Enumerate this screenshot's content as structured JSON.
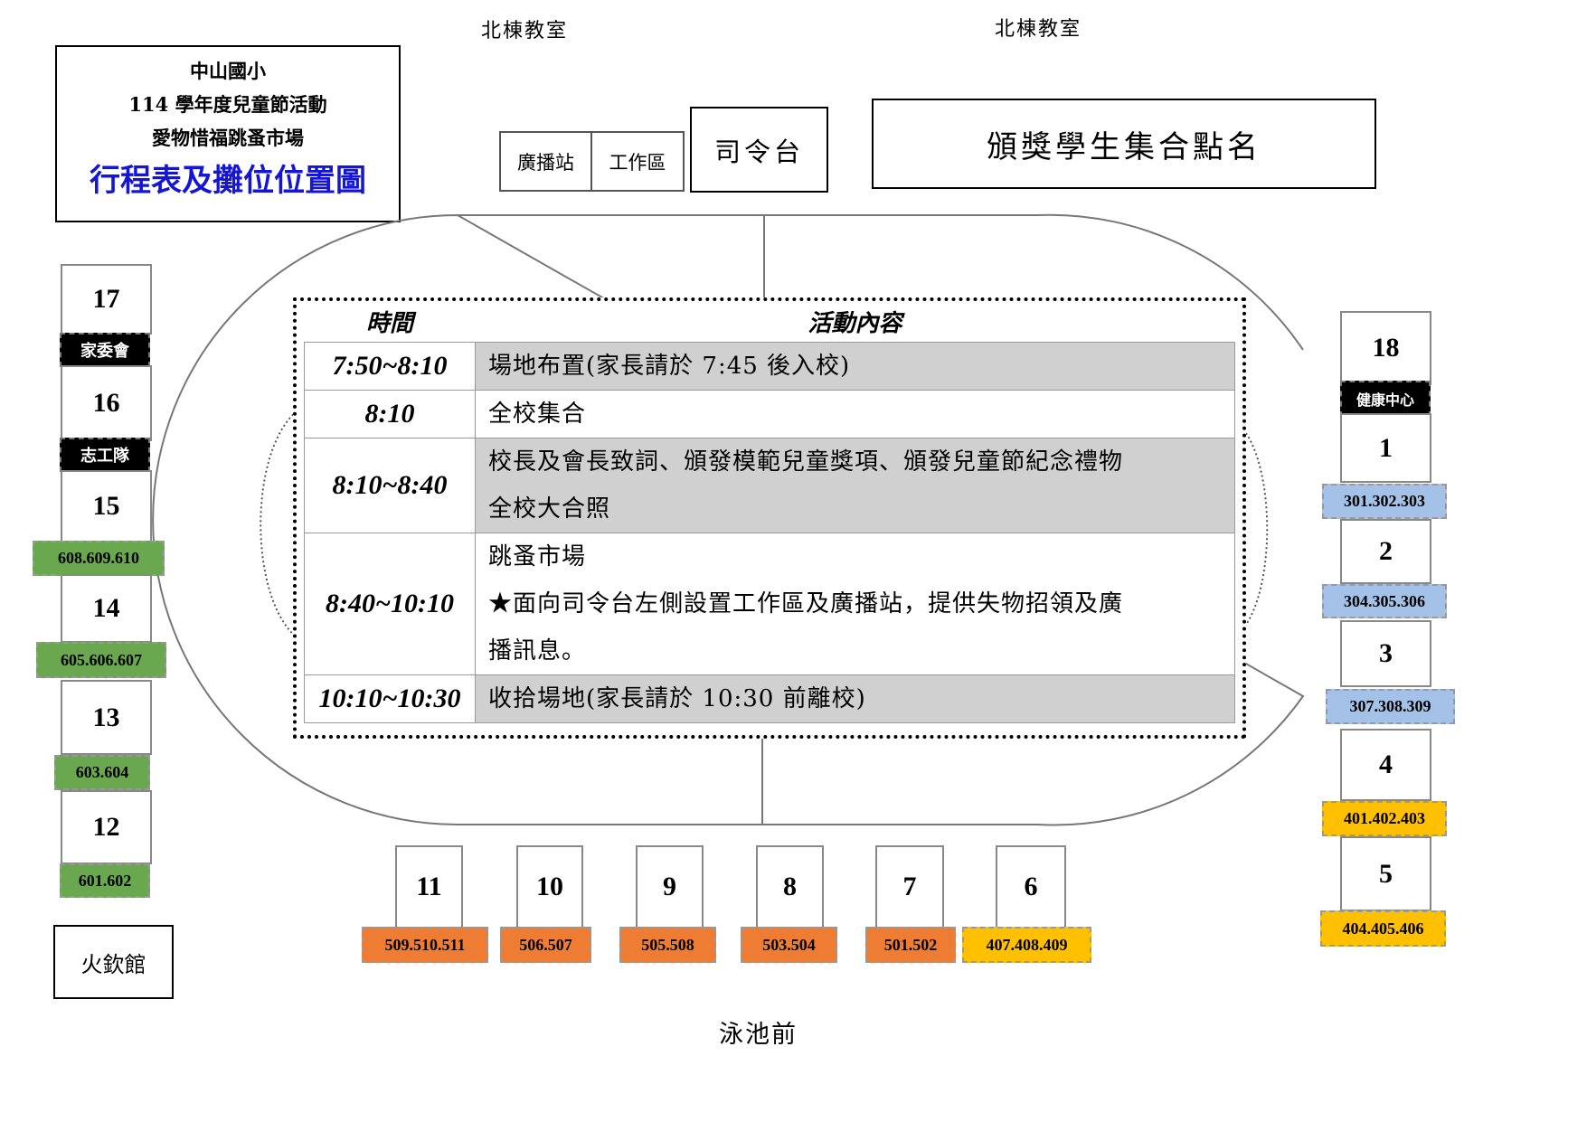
{
  "north_labels": [
    "北棟教室",
    "北棟教室"
  ],
  "title": {
    "line1": "中山國小",
    "line2": "114 學年度兒童節活動",
    "line3": "愛物惜福跳蚤市場",
    "main": "行程表及攤位位置圖"
  },
  "top_boxes": {
    "broadcast": "廣播站",
    "work": "工作區",
    "stage": "司令台",
    "award": "頒獎學生集合點名"
  },
  "schedule": {
    "header_time": "時間",
    "header_content": "活動內容",
    "rows": [
      {
        "time": "7:50~8:10",
        "content": [
          "場地布置(家長請於 7:45 後入校)"
        ]
      },
      {
        "time": "8:10",
        "content": [
          "全校集合"
        ]
      },
      {
        "time": "8:10~8:40",
        "content": [
          "校長及會長致詞、頒發模範兒童獎項、頒發兒童節紀念禮物",
          "全校大合照"
        ]
      },
      {
        "time": "8:40~10:10",
        "content": [
          "跳蚤市場",
          "★面向司令台左側設置工作區及廣播站，提供失物招領及廣",
          "播訊息。"
        ]
      },
      {
        "time": "10:10~10:30",
        "content": [
          "收拾場地(家長請於 10:30 前離校)"
        ]
      }
    ]
  },
  "left": {
    "stalls": [
      "17",
      "16",
      "15",
      "14",
      "13",
      "12"
    ],
    "labels": [
      "家委會",
      "志工隊"
    ],
    "tags": [
      "608.609.610",
      "605.606.607",
      "603.604",
      "601.602"
    ],
    "building": "火欽館"
  },
  "right": {
    "stalls": [
      "18",
      "1",
      "2",
      "3",
      "4",
      "5"
    ],
    "label": "健康中心",
    "tags": [
      "301.302.303",
      "304.305.306",
      "307.308.309",
      "401.402.403",
      "404.405.406"
    ]
  },
  "bottom": {
    "stalls": [
      "11",
      "10",
      "9",
      "8",
      "7",
      "6"
    ],
    "tags": [
      "509.510.511",
      "506.507",
      "505.508",
      "503.504",
      "501.502",
      "407.408.409"
    ]
  },
  "pool": "泳池前",
  "colors": {
    "title_blue": "#1515d6",
    "green": "#6aa84f",
    "blue": "#a4c2e8",
    "yellow": "#ffc000",
    "orange": "#ee7d33",
    "gray_row": "#d0d0d0"
  }
}
